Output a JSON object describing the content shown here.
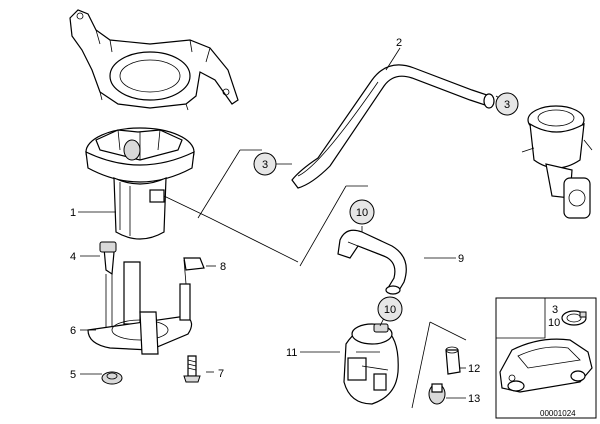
{
  "callouts": {
    "c1": "1",
    "c2": "2",
    "c3a": "3",
    "c3b": "3",
    "c3c": "3",
    "c4": "4",
    "c5": "5",
    "c6": "6",
    "c7": "7",
    "c8": "8",
    "c9": "9",
    "c10a": "10",
    "c10b": "10",
    "c10c": "10",
    "c11": "11",
    "c12": "12",
    "c13": "13"
  },
  "diagram_code": "00001024"
}
